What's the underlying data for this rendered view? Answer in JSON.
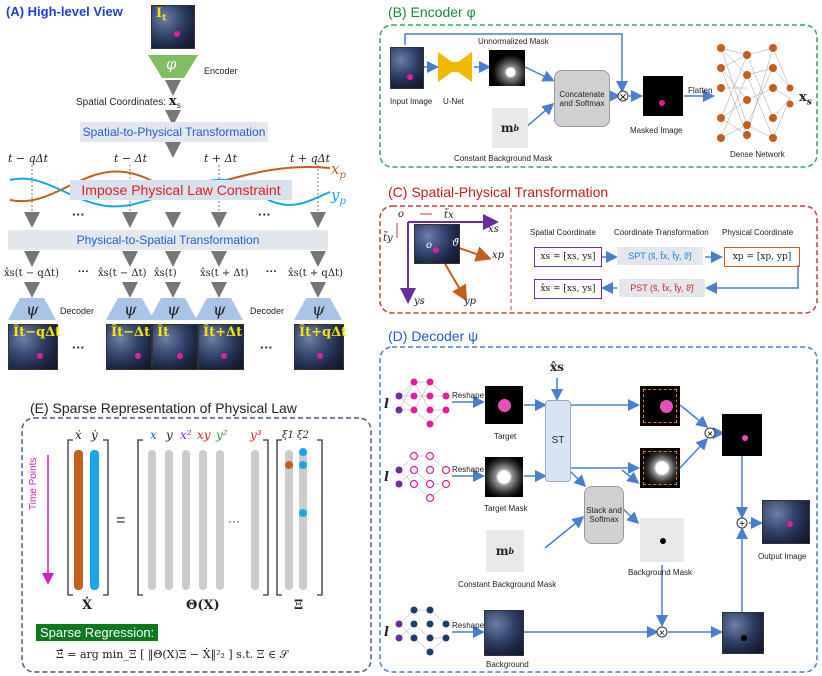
{
  "panelA": {
    "title": "(A) High-level View",
    "encoder_label": "Encoder",
    "phi": "φ",
    "input_label": "I",
    "input_sub": "t",
    "spatial_coords_label": "Spatial Coordinates:",
    "xs": "x",
    "xs_sub": "s",
    "s2p": "Spatial-to-Physical Transformation",
    "law": "Impose Physical Law Constraint",
    "p2s": "Physical-to-Spatial Transformation",
    "time_labels": [
      "t − qΔt",
      "t − Δt",
      "t + Δt",
      "t + qΔt"
    ],
    "xp": "x",
    "xp_sub": "p",
    "yp": "y",
    "yp_sub": "p",
    "dots": "···",
    "out_coords": [
      "x̂s(t − qΔt)",
      "x̂s(t − Δt)",
      "x̂s(t)",
      "x̂s(t + Δt)",
      "x̂s(t + qΔt)"
    ],
    "psi": "ψ",
    "decoder_label": "Decoder",
    "out_frames": [
      "Ît−qΔt",
      "Ît−Δt",
      "Ît",
      "Ît+Δt",
      "Ît+qΔt"
    ]
  },
  "panelB": {
    "title": "(B) Encoder φ",
    "input_image": "Input Image",
    "unet": "U-Net",
    "unnormalized_mask": "Unnormalized Mask",
    "concat": "Concatenate and Softmax",
    "mb": "m",
    "mb_sup": "b",
    "const_bg": "Constant Background Mask",
    "masked_image": "Masked Image",
    "flatten": "Flatten",
    "dense": "Dense Network",
    "xs": "x",
    "xs_sub": "s",
    "otimes": "⊗"
  },
  "panelC": {
    "title": "(C) Spatial-Physical Transformation",
    "o": "o",
    "tx": "t̃x",
    "ty": "t̃y",
    "theta": "ϑ̃",
    "s": "s̃",
    "xs": "xs",
    "ys": "ys",
    "xp": "xp",
    "yp": "yp",
    "spatial_coord": "Spatial Coordinate",
    "coord_transform": "Coordinate Transformation",
    "physical_coord": "Physical Coordinate",
    "xs_eq": "xs = [xs, ys]",
    "spt": "SPT (s̃, t̃x, t̃y, ϑ̃)",
    "xp_eq": "xp = [xp, yp]",
    "xs_hat_eq": "x̂s = [xs, ys]",
    "pst": "PST (s̃, t̃x, t̃y, ϑ̃)"
  },
  "panelD": {
    "title": "(D) Decoder ψ",
    "l": "l",
    "reshape": "Reshape",
    "target": "Target",
    "target_mask": "Target Mask",
    "xs_hat": "x̂s",
    "st": "ST",
    "stack": "Stack and Softmax",
    "mb": "m",
    "mb_sup": "b",
    "const_bg": "Constant Background Mask",
    "bg_mask": "Background Mask",
    "background": "Background",
    "output_image": "Output Image",
    "otimes": "⊗",
    "oplus": "⊕"
  },
  "panelE": {
    "title": "(E) Sparse Representation of Physical Law",
    "xdot": "ẋ",
    "ydot": "ẏ",
    "time_points": "Time Points",
    "equals": "=",
    "lib_terms": [
      {
        "t": "x",
        "c": "#1f5fd1"
      },
      {
        "t": "y",
        "c": "#222222"
      },
      {
        "t": "x²",
        "c": "#8a2be2"
      },
      {
        "t": "xy",
        "c": "#d42020"
      },
      {
        "t": "y²",
        "c": "#2a9d3a"
      },
      {
        "t": "y³",
        "c": "#d42020"
      }
    ],
    "ellipsis": "···",
    "xi1": "ξ1",
    "xi2": "ξ2",
    "Xdot": "Ẋ",
    "Theta": "Θ(X)",
    "Xi": "Ξ",
    "sparse_label": "Sparse Regression:",
    "equation": "Ξ̂ = arg min_Ξ [ ‖Θ(X)Ξ − Ẋ‖²₂ ] s.t. Ξ ∈ 𝒮"
  },
  "colors": {
    "green_box": "#2faa5a",
    "red_box": "#d23a3a",
    "blue_box": "#4a7fd0",
    "slate_box": "#4a5a8a",
    "orange_bar": "#c25f1f",
    "cyan_bar": "#1aa6e6",
    "unet_yellow": "#f5b800",
    "phi_green": "#7fbf60",
    "psi_blue": "#a9c4e8",
    "arrow_blue": "#4a7fd0"
  }
}
